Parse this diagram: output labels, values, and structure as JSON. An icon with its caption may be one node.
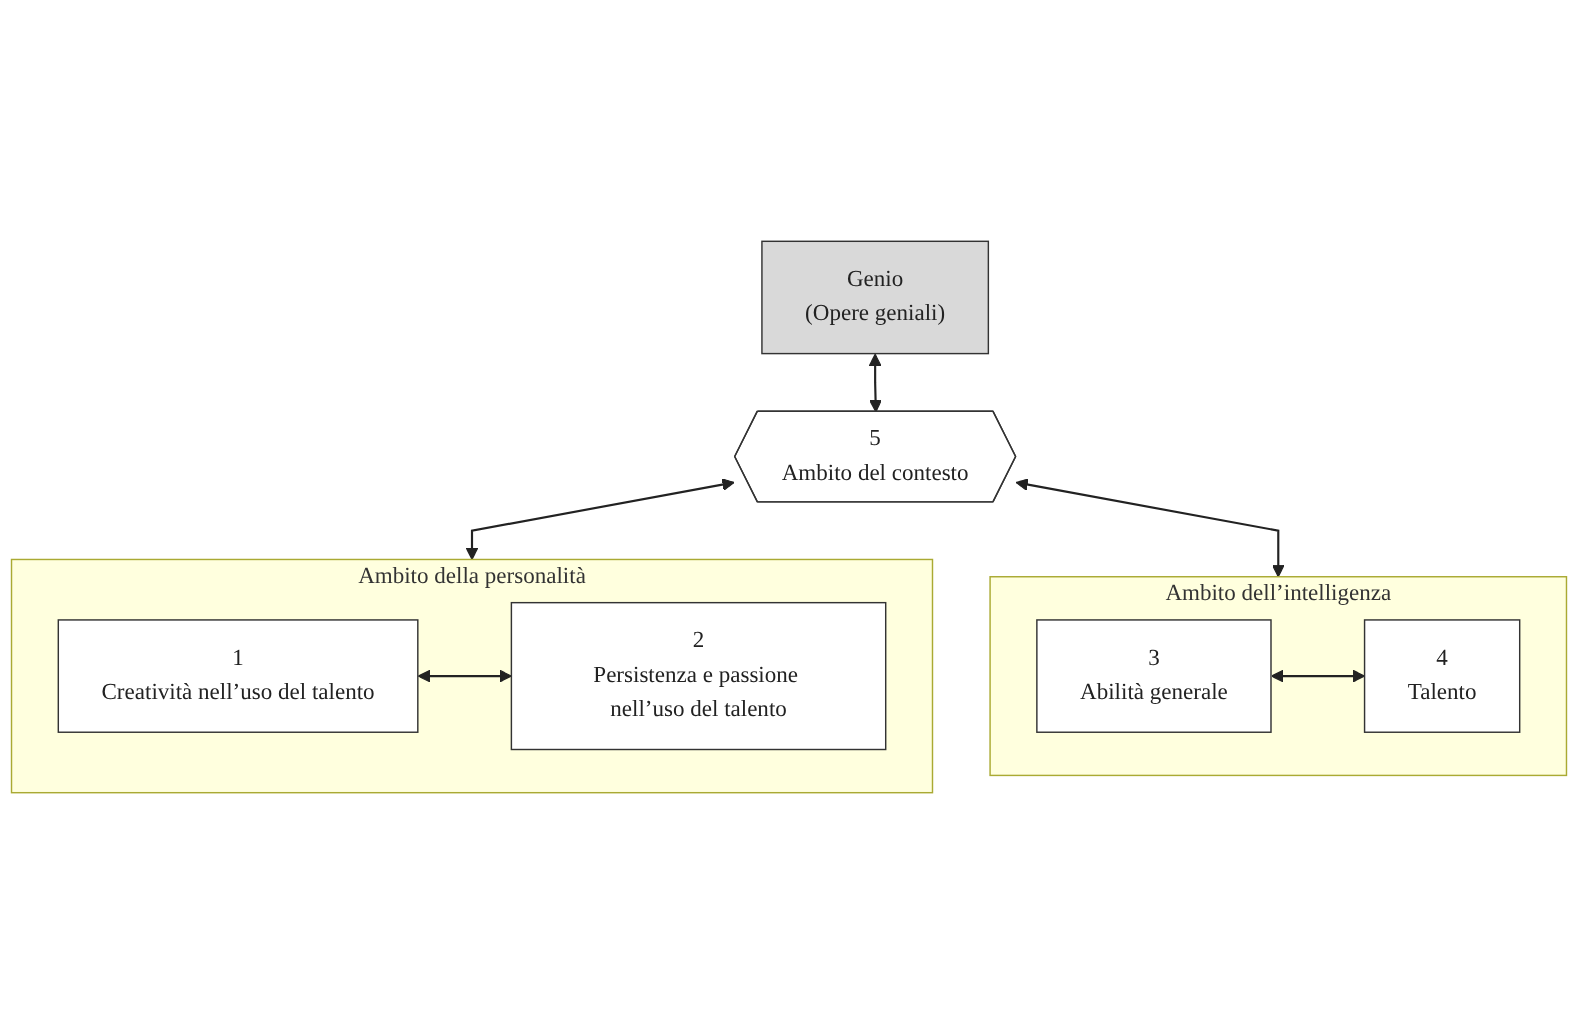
{
  "diagram": {
    "nodes": [
      {
        "text": [
          "Genio",
          "(Opere geniali)"
        ]
      },
      {
        "text": [
          "5",
          "Ambito del contesto"
        ]
      },
      {
        "text": [
          "Ambito della personalità"
        ]
      },
      {
        "text": [
          "1",
          "Creatività nell’uso del talento"
        ],
        "in": 2
      },
      {
        "text": [
          "2",
          "Persistenza e passione nell’uso del talento"
        ],
        "in": 2
      },
      {
        "text": [
          "Ambito dell’intelligenza"
        ]
      },
      {
        "text": [
          "3",
          "Abilità generale"
        ],
        "in": 5
      },
      {
        "text": [
          "4",
          "Talento"
        ],
        "in": 5
      }
    ],
    "edges": [
      {
        "from": 0,
        "to": 1,
        "arrow": "both"
      },
      {
        "from": 1,
        "to": 2,
        "arrow": "both"
      },
      {
        "from": 1,
        "to": 5,
        "arrow": "both"
      },
      {
        "from": 3,
        "to": 4,
        "arrow": "both"
      },
      {
        "from": 6,
        "to": 7,
        "arrow": "both"
      }
    ]
  }
}
